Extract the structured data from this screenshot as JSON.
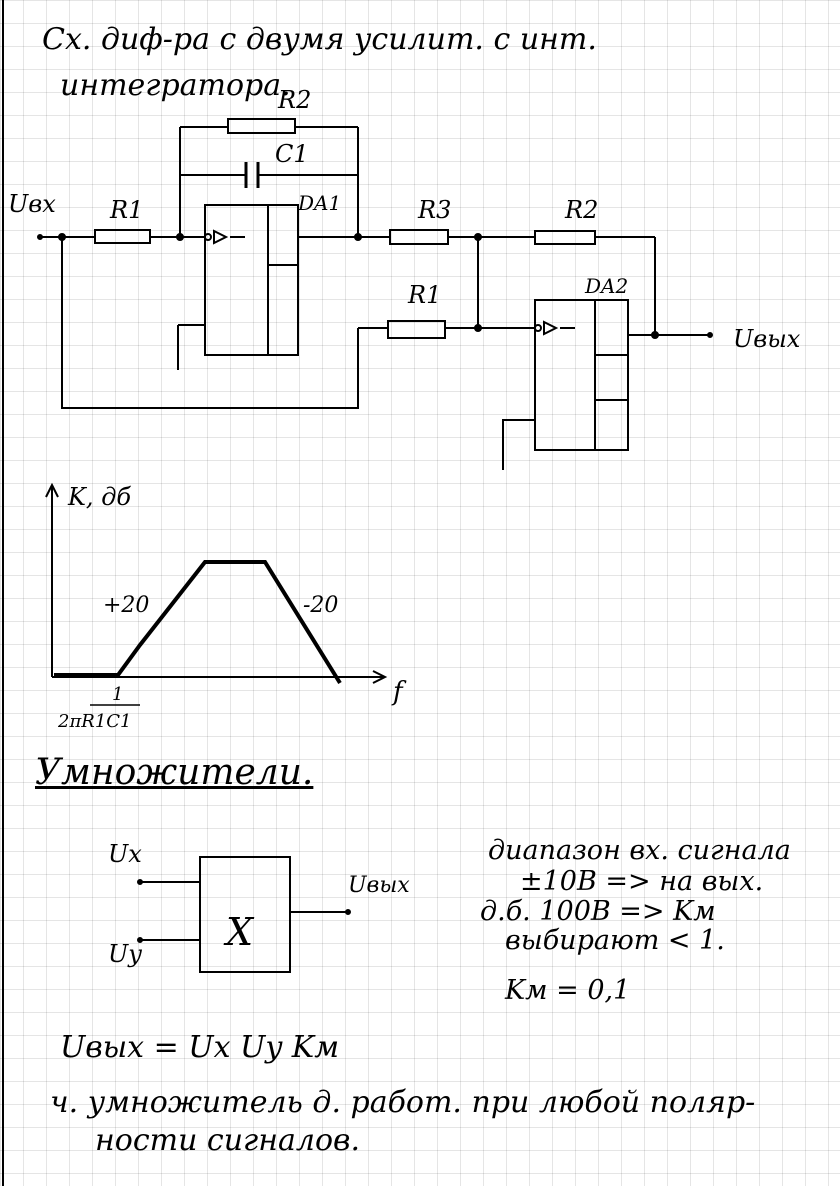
{
  "title": {
    "line1": "Сх. диф-ра с двумя усилит. с инт.",
    "line2": "интегратора."
  },
  "circuit": {
    "input_label": "Uвх",
    "output_label": "Uвых",
    "r1_input": "R1",
    "r2_feedback": "R2",
    "c1": "C1",
    "da1": "DA1",
    "r3": "R3",
    "r2_second": "R2",
    "r1_second": "R1",
    "da2": "DA2"
  },
  "graph": {
    "ylabel": "K, дб",
    "xlabel": "f",
    "rise_slope": "+20",
    "fall_slope": "-20",
    "corner_numerator": "1",
    "corner_denominator": "2πR1C1"
  },
  "section": {
    "heading": "Умножители."
  },
  "multiplier": {
    "input_x": "Ux",
    "input_y": "Uy",
    "output": "Uвых",
    "symbol": "X"
  },
  "notes": {
    "line1": "диапазон вх. сигнала",
    "line2": "±10В => на вых.",
    "line3": "д.б. 100В => Kм",
    "line4": "выбирают < 1.",
    "km": "Kм = 0,1",
    "formula": "Uвых = Ux Uy Kм",
    "conclusion1": "ч. умножитель д. работ. при любой поляр-",
    "conclusion2": "ности сигналов."
  }
}
